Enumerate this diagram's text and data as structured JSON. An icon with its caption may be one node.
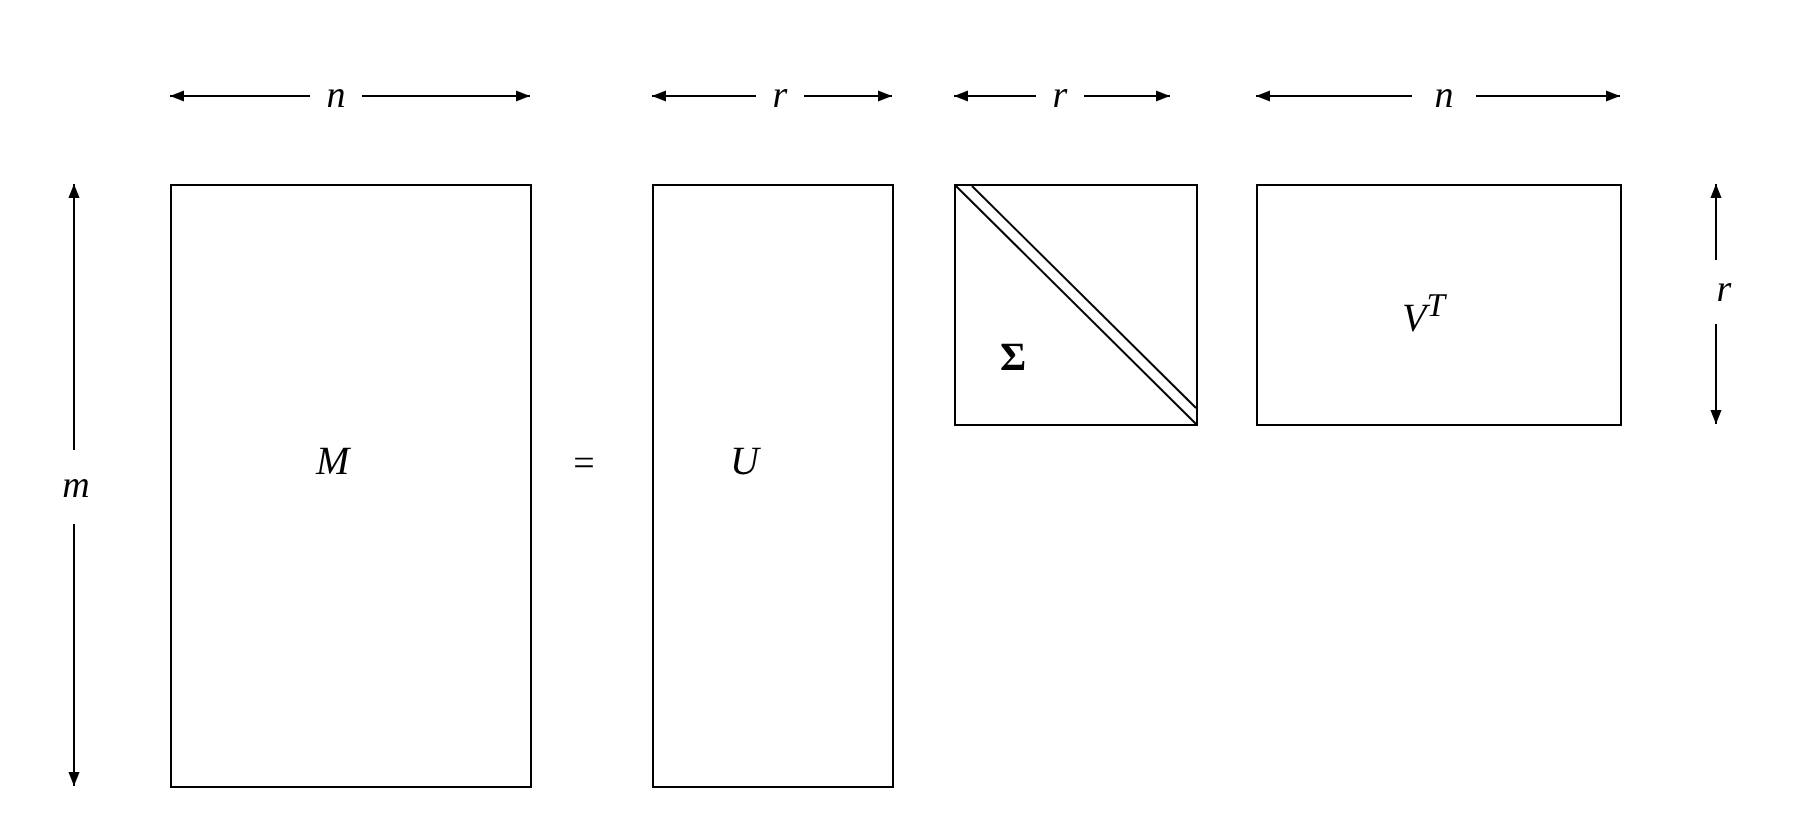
{
  "diagram": {
    "nodes": [
      {
        "text": [
          "M"
        ]
      },
      {
        "text": [
          "U"
        ]
      },
      {
        "text": [
          "Σ"
        ]
      },
      {
        "text": [
          "V$^{T}$"
        ]
      }
    ],
    "edges": [],
    "labels": [
      "n",
      "r",
      "r",
      "n",
      "r",
      "m",
      "="
    ]
  }
}
